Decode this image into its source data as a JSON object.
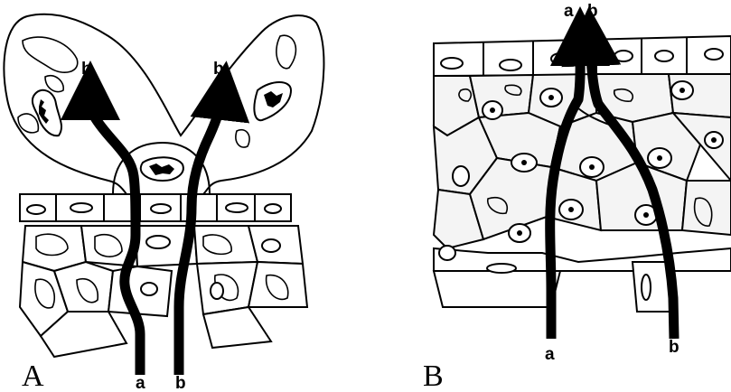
{
  "panels": [
    {
      "letter": "A",
      "labels": {
        "a_bottom": "a",
        "b_bottom": "b",
        "b_left_top": "b",
        "b_right_top": "b"
      }
    },
    {
      "letter": "B",
      "labels": {
        "a_top": "a",
        "b_top": "b",
        "a_bottom": "a",
        "b_bottom": "b"
      }
    }
  ]
}
